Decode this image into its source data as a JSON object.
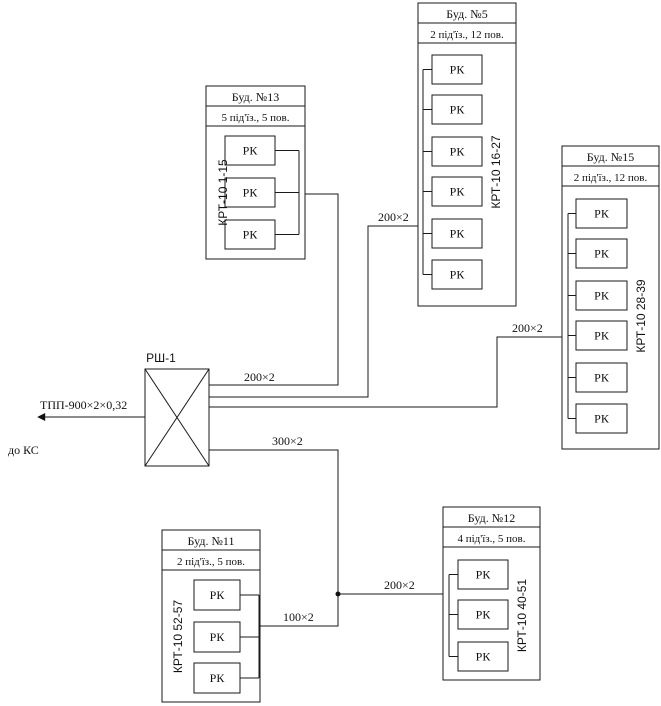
{
  "distribution_box": {
    "label": "РШ-1"
  },
  "main_cable": {
    "label": "ТПП-900×2×0,32",
    "destination": "до КС"
  },
  "cable_labels": {
    "to_b13": "200×2",
    "to_b5": "200×2",
    "to_b15": "200×2",
    "down_trunk": "300×2",
    "to_b11": "100×2",
    "to_b12": "200×2"
  },
  "buildings": [
    {
      "id": "b13",
      "name": "Буд. №13",
      "info": "5 під'їз., 5 пов.",
      "krt": "КРТ-10 1-15",
      "rk_labels": [
        "РК",
        "РК",
        "РК"
      ]
    },
    {
      "id": "b5",
      "name": "Буд. №5",
      "info": "2 під'їз., 12 пов.",
      "krt": "КРТ-10 16-27",
      "rk_labels": [
        "РК",
        "РК",
        "РК",
        "РК",
        "РК",
        "РК"
      ]
    },
    {
      "id": "b15",
      "name": "Буд. №15",
      "info": "2 під'їз., 12 пов.",
      "krt": "КРТ-10 28-39",
      "rk_labels": [
        "РК",
        "РК",
        "РК",
        "РК",
        "РК",
        "РК"
      ]
    },
    {
      "id": "b12",
      "name": "Буд. №12",
      "info": "4 під'їз., 5 пов.",
      "krt": "КРТ-10 40-51",
      "rk_labels": [
        "РК",
        "РК",
        "РК"
      ]
    },
    {
      "id": "b11",
      "name": "Буд. №11",
      "info": "2 під'їз., 5 пов.",
      "krt": "КРТ-10 52-57",
      "rk_labels": [
        "РК",
        "РК",
        "РК"
      ]
    }
  ]
}
